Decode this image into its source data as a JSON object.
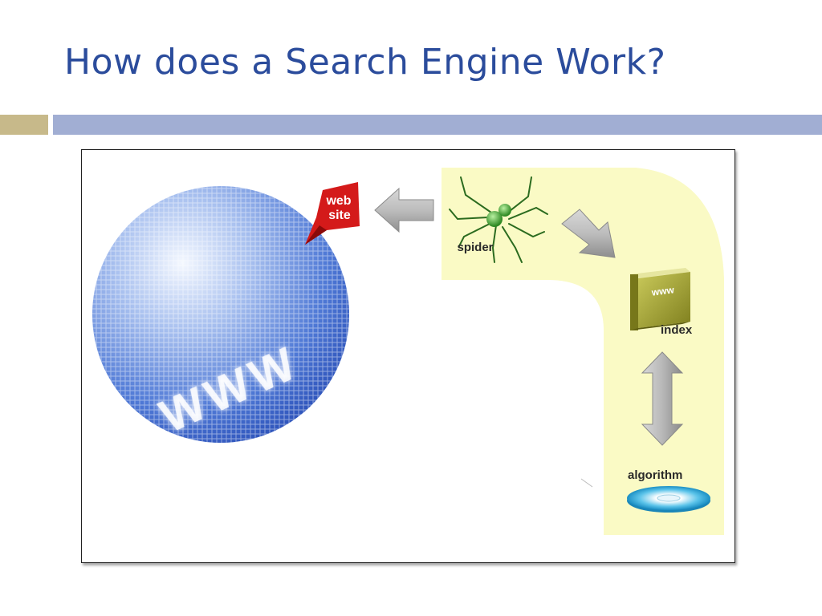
{
  "slide": {
    "title": "How does a Search Engine Work?"
  },
  "diagram": {
    "globe_text": "WWW",
    "website_badge_line1": "web",
    "website_badge_line2": "site",
    "spider_label": "spider",
    "index_book_text": "www",
    "index_label": "index",
    "algorithm_label": "algorithm"
  },
  "colors": {
    "title": "#2b4c9c",
    "accent_gold": "#c7b98a",
    "accent_blue": "#a1aed3",
    "pathway_yellow": "#fafac5",
    "globe_blue": "#3d66d0",
    "badge_red": "#d41a1a",
    "spider_green": "#4aa23a",
    "book_olive": "#a8a832",
    "disc_cyan": "#3ab4e0"
  }
}
